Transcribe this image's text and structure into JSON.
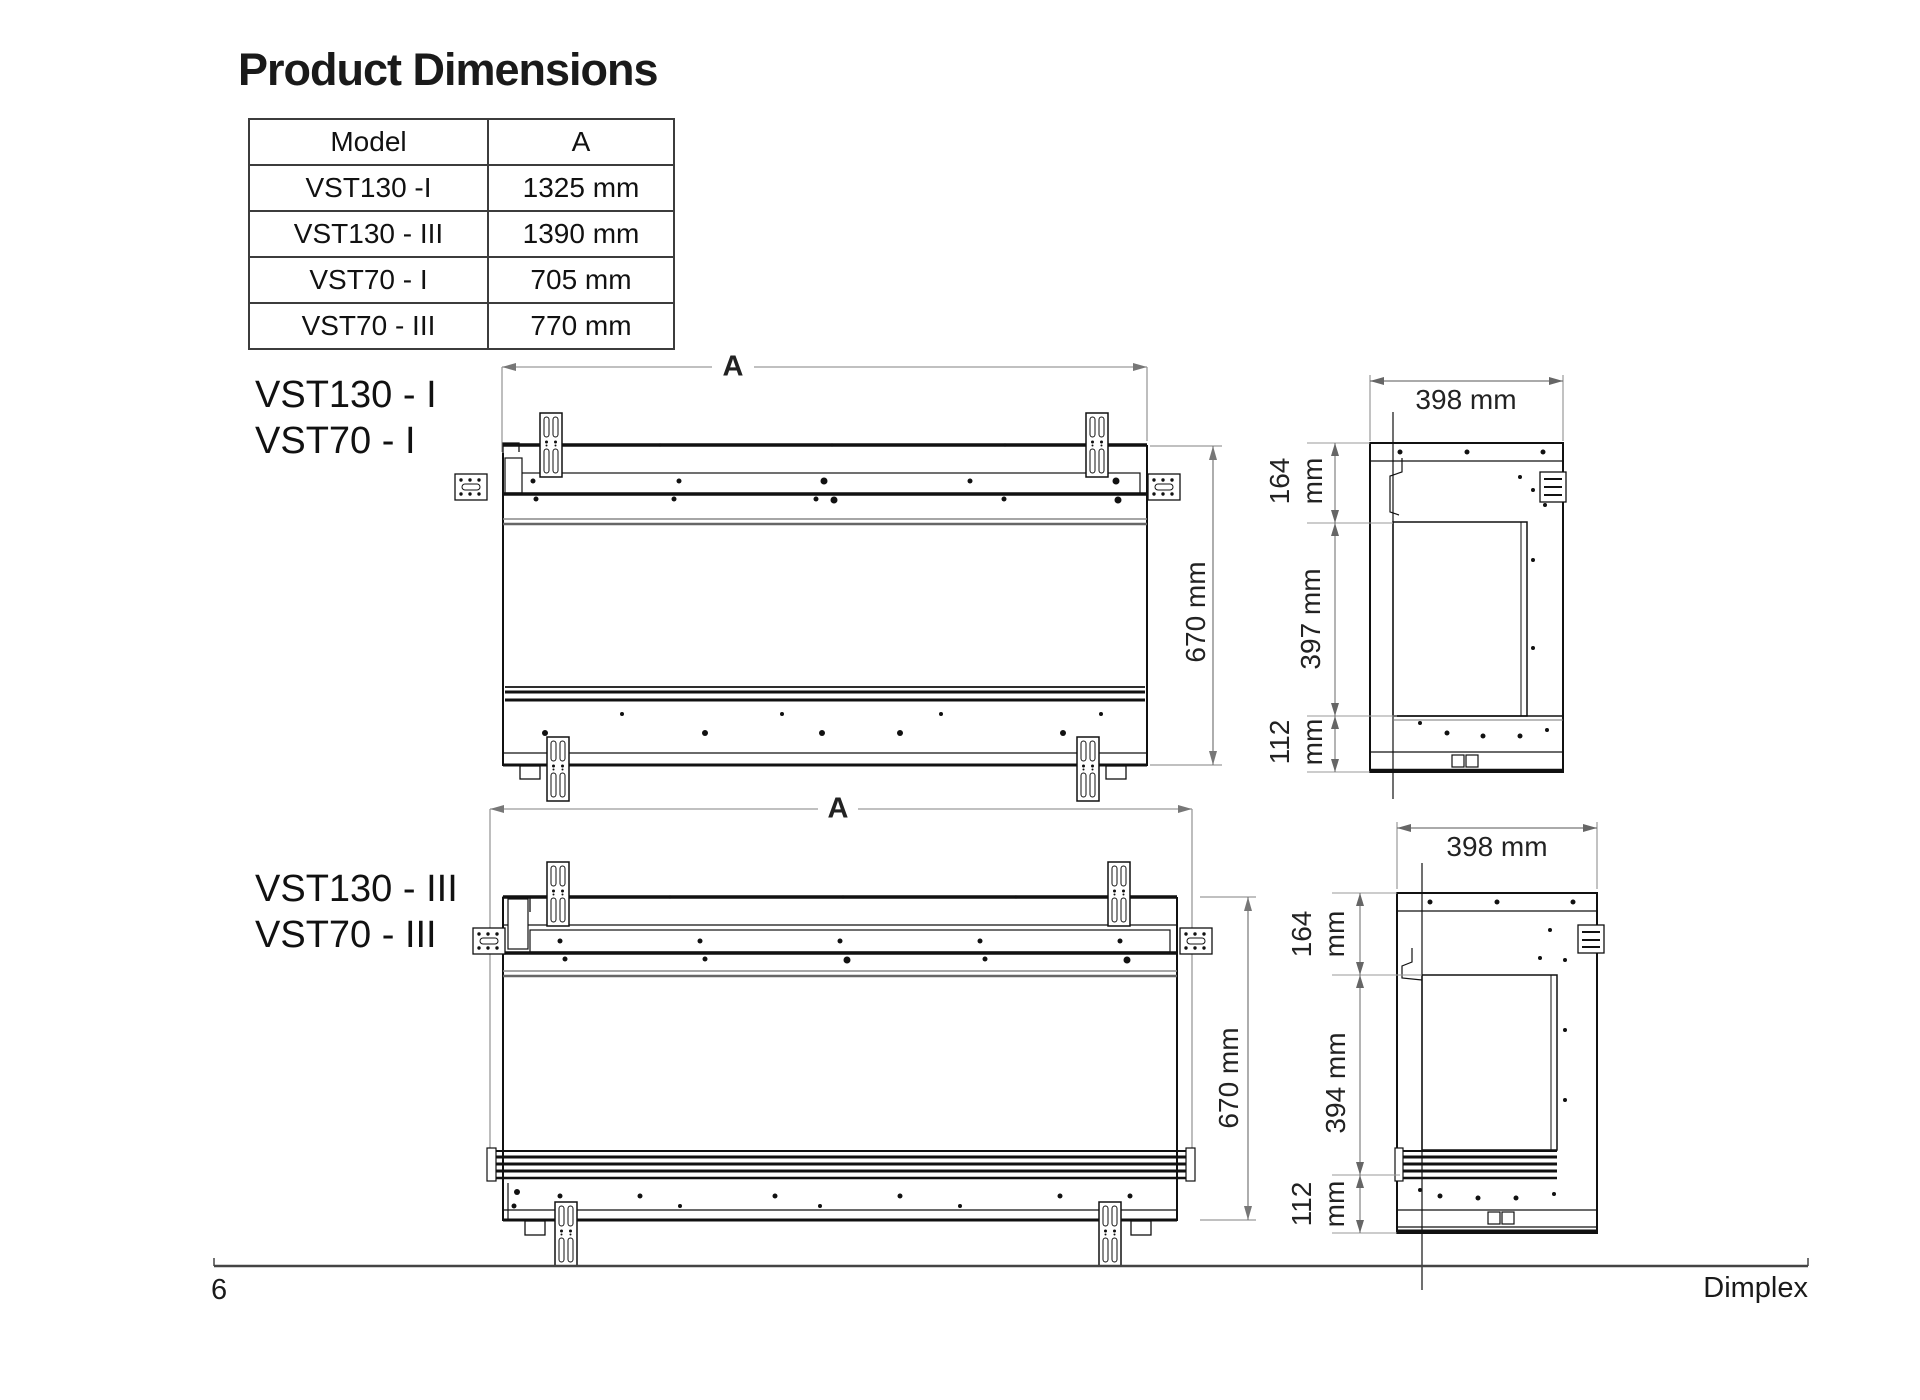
{
  "page": {
    "title": "Product Dimensions",
    "footer": {
      "page_number": "6",
      "brand": "Dimplex"
    }
  },
  "table": {
    "headers": [
      "Model",
      "A"
    ],
    "rows": [
      [
        "VST130 -I",
        "1325 mm"
      ],
      [
        "VST130 - III",
        "1390 mm"
      ],
      [
        "VST70 - I",
        "705 mm"
      ],
      [
        "VST70 - III",
        "770 mm"
      ]
    ]
  },
  "drawing1": {
    "model_line1": "VST130 - I",
    "model_line2": "VST70 - I",
    "front": {
      "width_label": "A",
      "height_label": "670 mm"
    },
    "side": {
      "depth_label": "398 mm",
      "top_value": "164",
      "top_unit": "mm",
      "middle_label": "397 mm",
      "bottom_value": "112",
      "bottom_unit": "mm"
    }
  },
  "drawing2": {
    "model_line1": "VST130 - III",
    "model_line2": "VST70 - III",
    "front": {
      "width_label": "A",
      "height_label": "670 mm"
    },
    "side": {
      "depth_label": "398 mm",
      "top_value": "164",
      "top_unit": "mm",
      "middle_label": "394 mm",
      "bottom_value": "112",
      "bottom_unit": "mm"
    }
  }
}
